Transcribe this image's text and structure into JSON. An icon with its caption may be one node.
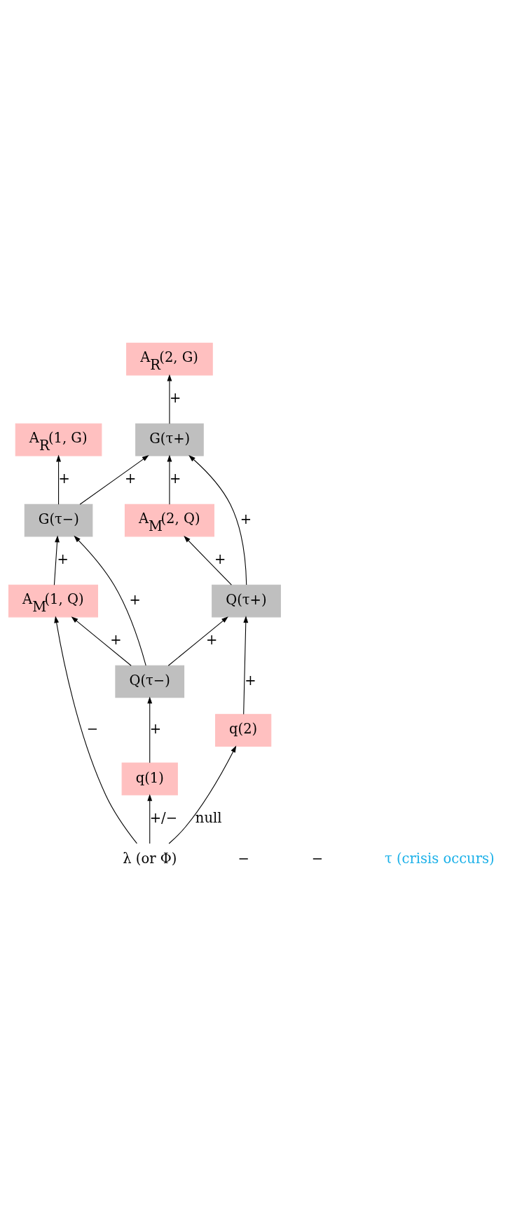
{
  "diagram": {
    "nodes": [
      {
        "text": [
          "λ (or Φ)"
        ]
      },
      {
        "text": [
          "q(1)"
        ]
      },
      {
        "text": [
          "Q(τ−)"
        ]
      },
      {
        "text": [
          "A$_{M}$(1, Q)"
        ]
      },
      {
        "text": [
          "G(τ−)"
        ]
      },
      {
        "text": [
          "A$_{R}$(1, G)"
        ]
      },
      {
        "text": [
          "q(2)"
        ]
      },
      {
        "text": [
          "Q(τ+)"
        ]
      },
      {
        "text": [
          "A$_{M}$(2, Q)"
        ]
      },
      {
        "text": [
          "G(τ+)"
        ]
      },
      {
        "text": [
          "A$_{R}$(2, G)"
        ]
      }
    ],
    "edges": [
      {
        "from": 0,
        "to": 1,
        "arrow": "to",
        "label": "+/−"
      },
      {
        "from": 0,
        "to": 6,
        "arrow": "to",
        "label": "null"
      },
      {
        "from": 0,
        "to": 3,
        "arrow": "to",
        "label": "−"
      },
      {
        "from": 1,
        "to": 2,
        "arrow": "to",
        "label": "+"
      },
      {
        "from": 2,
        "to": 3,
        "arrow": "to",
        "label": "+"
      },
      {
        "from": 2,
        "to": 4,
        "arrow": "to",
        "label": "+"
      },
      {
        "from": 2,
        "to": 7,
        "arrow": "to",
        "label": "+"
      },
      {
        "from": 3,
        "to": 4,
        "arrow": "to",
        "label": "+"
      },
      {
        "from": 4,
        "to": 5,
        "arrow": "to",
        "label": "+"
      },
      {
        "from": 4,
        "to": 9,
        "arrow": "to",
        "label": "+"
      },
      {
        "from": 6,
        "to": 7,
        "arrow": "to",
        "label": "+"
      },
      {
        "from": 7,
        "to": 8,
        "arrow": "to",
        "label": "+"
      },
      {
        "from": 7,
        "to": 9,
        "arrow": "to",
        "label": "+"
      },
      {
        "from": 8,
        "to": 9,
        "arrow": "to",
        "label": "+"
      },
      {
        "from": 9,
        "to": 10,
        "arrow": "to",
        "label": "+"
      }
    ],
    "labels": [
      "−",
      "−",
      "τ (crisis occurs)"
    ]
  }
}
